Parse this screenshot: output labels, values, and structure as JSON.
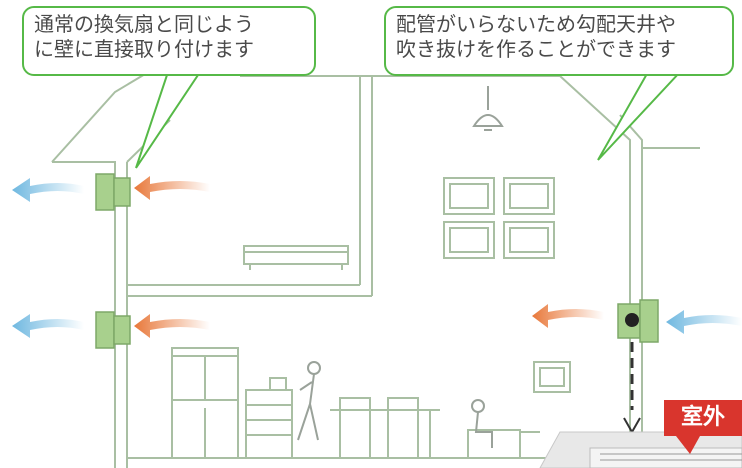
{
  "callouts": {
    "left": {
      "line1": "通常の換気扇と同じよう",
      "line2": "に壁に直接取り付けます"
    },
    "right": {
      "line1": "配管がいらないため勾配天井や",
      "line2": "吹き抜けを作ることができます"
    }
  },
  "badge": {
    "outdoor": "室外"
  },
  "colors": {
    "outline": "#a9bfa3",
    "fan_unit": "#a8d08d",
    "callout_border": "#56b947",
    "warm_arrow": "#e8783a",
    "cool_arrow": "#6fb8e0",
    "badge": "#d9352d"
  },
  "icons": [
    "pendant-lamp-icon",
    "wall-fan-icon",
    "duct-line-icon"
  ]
}
